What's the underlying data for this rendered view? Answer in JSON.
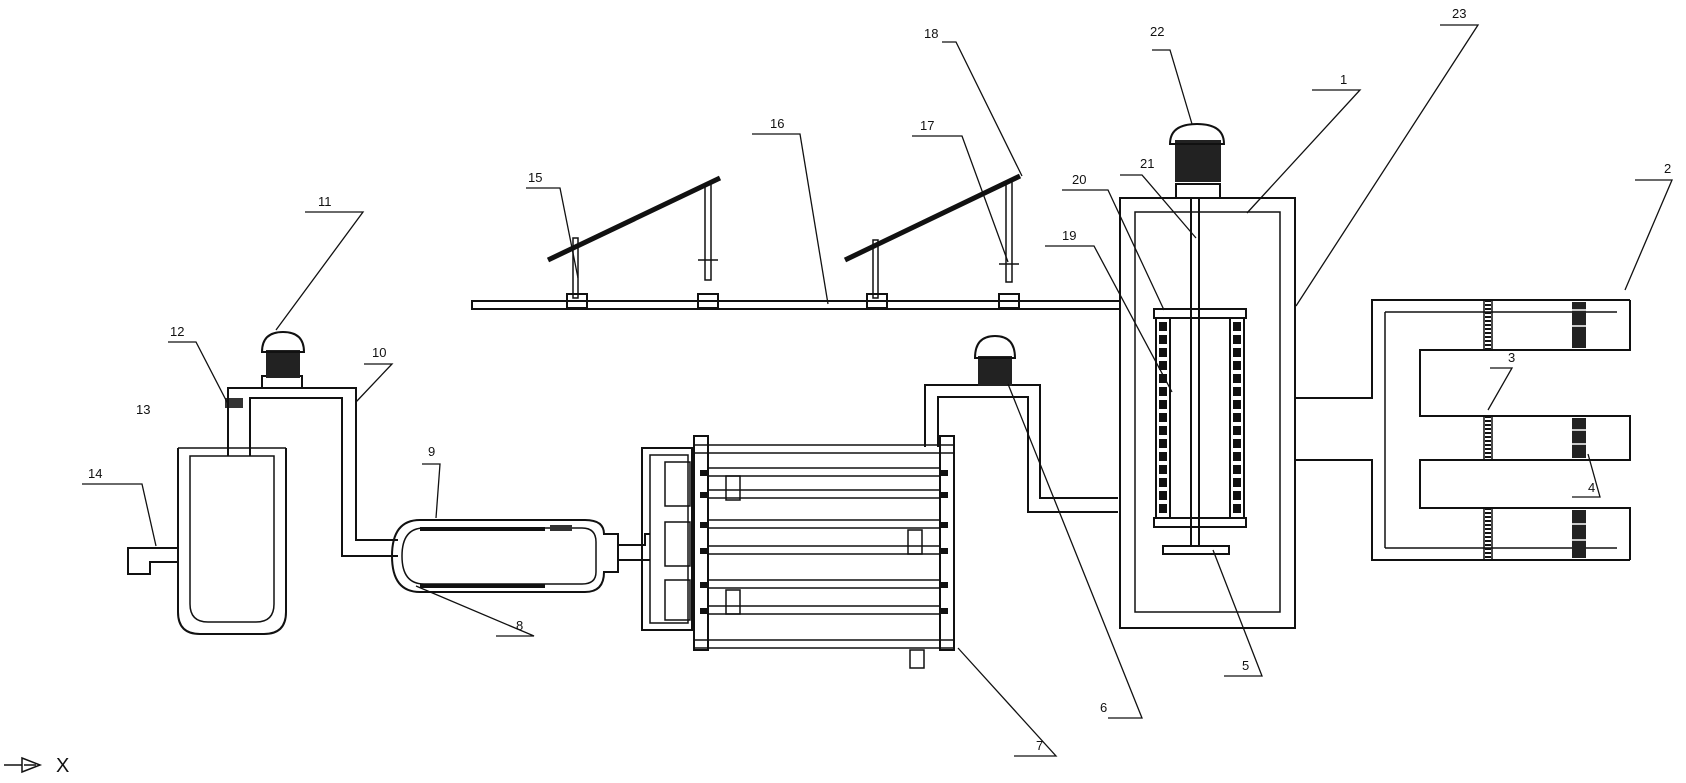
{
  "labels": {
    "l1": "1",
    "l2": "2",
    "l3": "3",
    "l4": "4",
    "l5": "5",
    "l6": "6",
    "l7": "7",
    "l8": "8",
    "l9": "9",
    "l10": "10",
    "l11": "11",
    "l12": "12",
    "l13": "13",
    "l14": "14",
    "l15": "15",
    "l16": "16",
    "l17": "17",
    "l18": "18",
    "l19": "19",
    "l20": "20",
    "l21": "21",
    "l22": "22",
    "l23": "23"
  },
  "axis": {
    "x_label": "X"
  }
}
